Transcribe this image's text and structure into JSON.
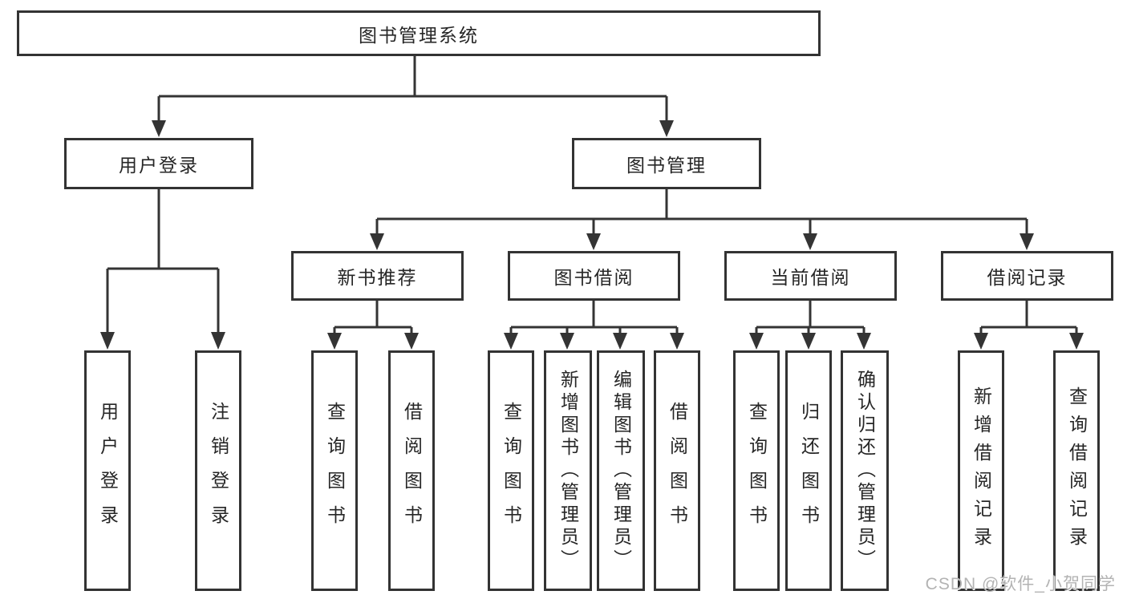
{
  "diagram": {
    "root": {
      "label": "图书管理系统"
    },
    "level2": [
      {
        "label": "用户登录"
      },
      {
        "label": "图书管理"
      }
    ],
    "level3": [
      {
        "label": "新书推荐"
      },
      {
        "label": "图书借阅"
      },
      {
        "label": "当前借阅"
      },
      {
        "label": "借阅记录"
      }
    ],
    "leaves": {
      "user_login": [
        "用户登录",
        "注销登录"
      ],
      "new_book": [
        "查询图书",
        "借阅图书"
      ],
      "book_borrow": [
        "查询图书",
        "新增图书（管理员）",
        "编辑图书（管理员）",
        "借阅图书"
      ],
      "current_borrow": [
        "查询图书",
        "归还图书",
        "确认归还（管理员）"
      ],
      "borrow_records": [
        "新增借阅记录",
        "查询借阅记录"
      ]
    },
    "colors": {
      "line": "#343434",
      "border": "#333333",
      "text": "#262626",
      "background": "#ffffff",
      "watermark": "#b3b3b3"
    }
  },
  "watermark": {
    "text": "CSDN @软件_小贺同学"
  }
}
